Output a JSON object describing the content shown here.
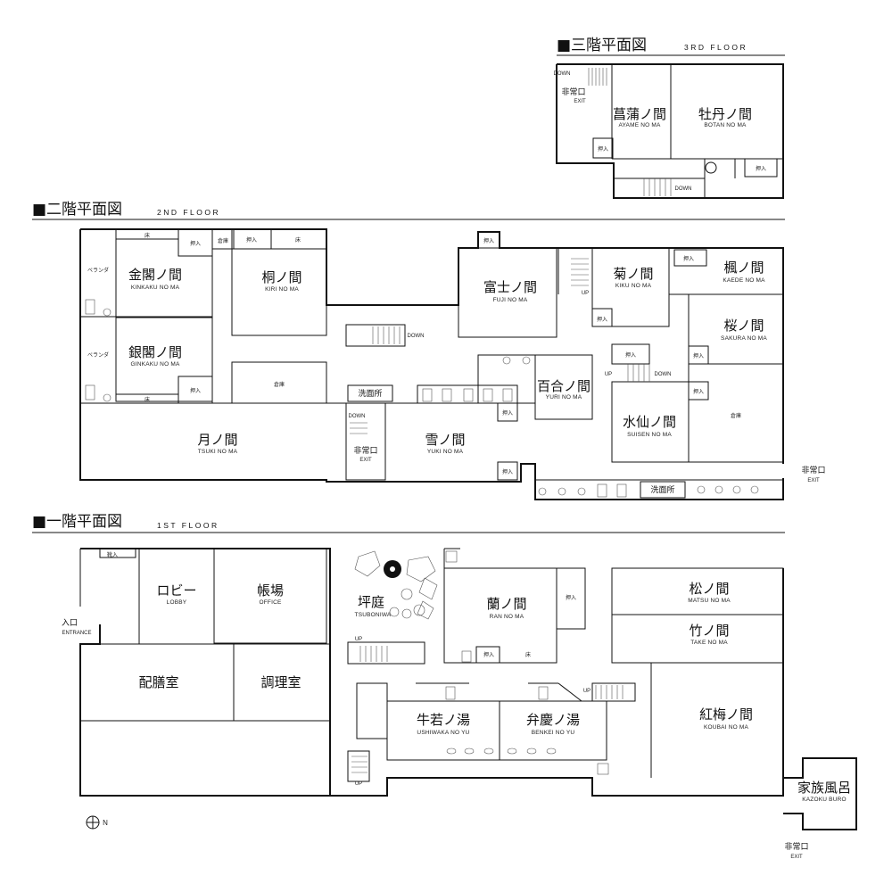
{
  "floors": {
    "third": {
      "title": "■三階平面図",
      "subtitle": "3RD FLOOR"
    },
    "second": {
      "title": "■二階平面図",
      "subtitle": "2ND FLOOR"
    },
    "first": {
      "title": "■一階平面図",
      "subtitle": "1ST FLOOR"
    }
  },
  "rooms": {
    "ayame": {
      "name": "菖蒲ノ間",
      "sub": "AYAME NO MA"
    },
    "botan": {
      "name": "牡丹ノ間",
      "sub": "BOTAN NO MA"
    },
    "kinkaku": {
      "name": "金閣ノ間",
      "sub": "KINKAKU NO MA"
    },
    "ginkaku": {
      "name": "銀閣ノ間",
      "sub": "GINKAKU NO MA"
    },
    "kiri": {
      "name": "桐ノ間",
      "sub": "KIRI NO MA"
    },
    "fuji": {
      "name": "富士ノ間",
      "sub": "FUJI NO MA"
    },
    "kiku": {
      "name": "菊ノ間",
      "sub": "KIKU NO MA"
    },
    "kaede": {
      "name": "楓ノ間",
      "sub": "KAEDE NO MA"
    },
    "sakura": {
      "name": "桜ノ間",
      "sub": "SAKURA NO MA"
    },
    "yuri": {
      "name": "百合ノ間",
      "sub": "YURI NO MA"
    },
    "suisen": {
      "name": "水仙ノ間",
      "sub": "SUISEN NO MA"
    },
    "tsuki": {
      "name": "月ノ間",
      "sub": "TSUKI NO MA"
    },
    "yuki": {
      "name": "雪ノ間",
      "sub": "YUKI NO MA"
    },
    "lobby": {
      "name": "ロビー",
      "sub": "LOBBY"
    },
    "office": {
      "name": "帳場",
      "sub": "OFFICE"
    },
    "tsuboniwa": {
      "name": "坪庭",
      "sub": "TSUBONIWA"
    },
    "ran": {
      "name": "蘭ノ間",
      "sub": "RAN NO MA"
    },
    "matsu": {
      "name": "松ノ間",
      "sub": "MATSU NO MA"
    },
    "take": {
      "name": "竹ノ間",
      "sub": "TAKE NO MA"
    },
    "koubai": {
      "name": "紅梅ノ間",
      "sub": "KOUBAI NO MA"
    },
    "ushiwaka": {
      "name": "牛若ノ湯",
      "sub": "USHIWAKA NO YU"
    },
    "benkei": {
      "name": "弁慶ノ湯",
      "sub": "BENKEI NO YU"
    },
    "kazoku": {
      "name": "家族風呂",
      "sub": "KAZOKU BURO"
    },
    "entrance": {
      "name": "入口",
      "sub": "ENTRANCE"
    },
    "haizen": {
      "name": "配膳室"
    },
    "chouri": {
      "name": "調理室"
    }
  },
  "labels": {
    "exit_jp": "非常口",
    "exit_en": "EXIT",
    "oshiire": "押入",
    "toko": "床",
    "souko": "倉庫",
    "senmen": "洗面所",
    "veranda": "ベランダ",
    "kutsuire": "靴入",
    "down": "DOWN",
    "up": "UP"
  },
  "compass": {
    "north": "N"
  }
}
